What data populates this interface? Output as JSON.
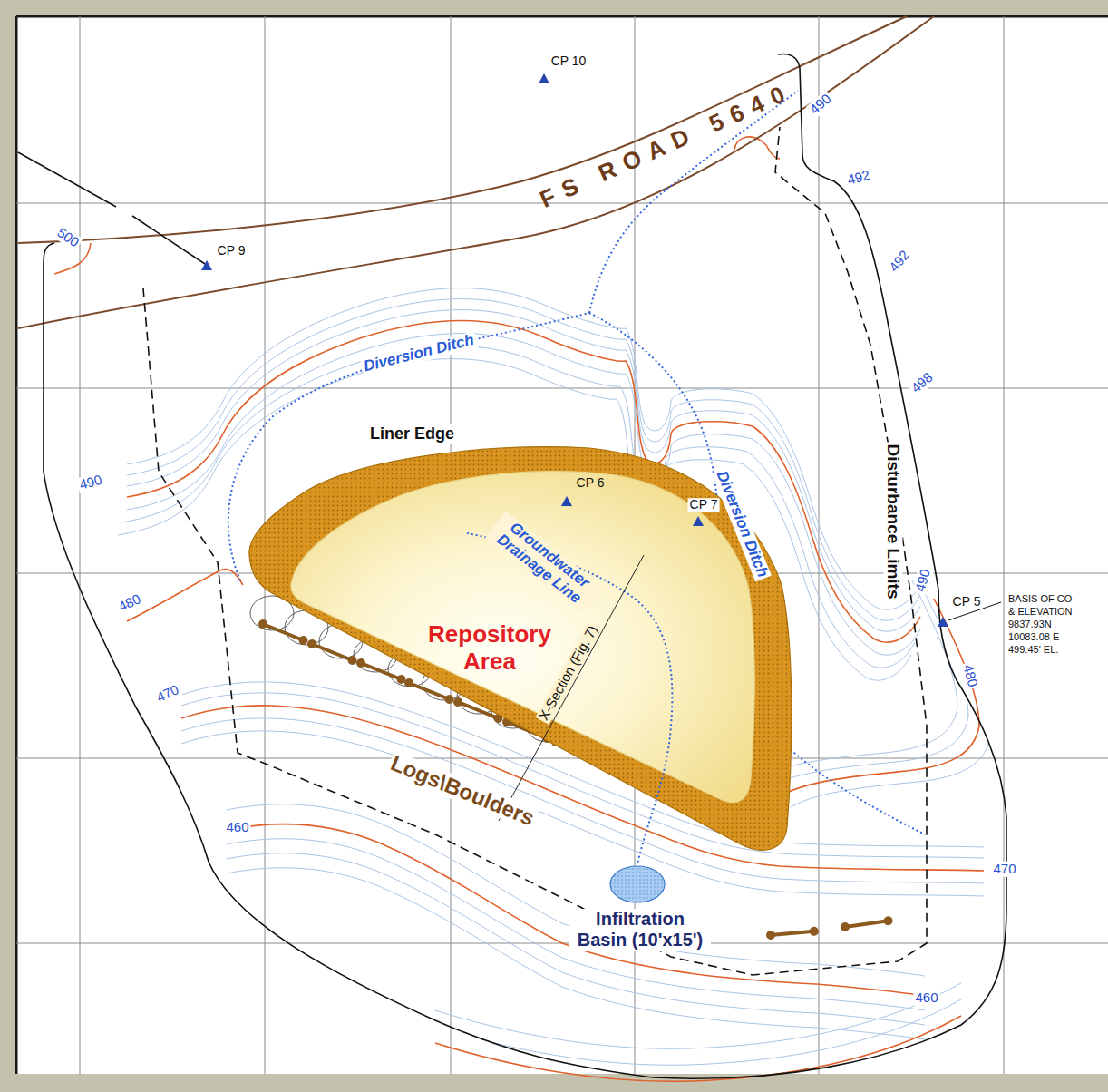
{
  "diagram": {
    "nodes": [
      {
        "text": [
          "Liner Edge"
        ]
      },
      {
        "text": [
          "Repository Area"
        ],
        "in": 0
      },
      {
        "text": [
          "Infiltration Basin (10'x15')"
        ]
      }
    ],
    "labels": [
      "CP 10",
      "FS ROAD 5640",
      "490",
      "492",
      "500",
      "CP 9",
      "492",
      "Diversion Ditch",
      "498",
      "490",
      "CP 6",
      "CP 7",
      "Groundwater Drainage Line",
      "Diversion Ditch",
      "Disturbance Limits",
      "480",
      "CP 5",
      "BASIS OF CO",
      "& ELEVATION",
      "9837.93N",
      "10083.08 E",
      "499.45' EL.",
      "490",
      "X-Section (Fig. 7)",
      "470",
      "480",
      "Logs\\Boulders",
      "460",
      "470",
      "460"
    ]
  }
}
